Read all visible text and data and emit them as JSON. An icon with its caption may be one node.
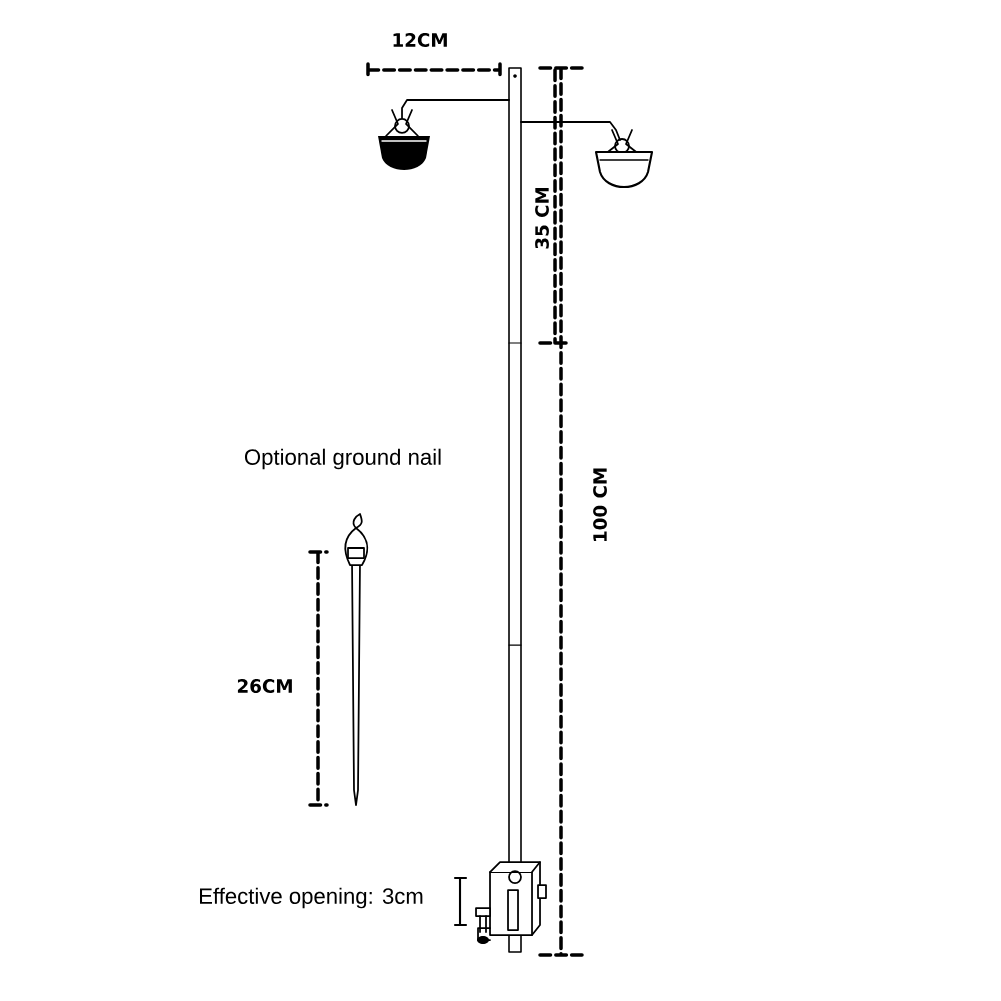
{
  "diagram": {
    "labels": [
      "12CM",
      "35 CM",
      "Optional ground nail",
      "100 CM",
      "26CM",
      "Effective opening: 3cm"
    ]
  }
}
